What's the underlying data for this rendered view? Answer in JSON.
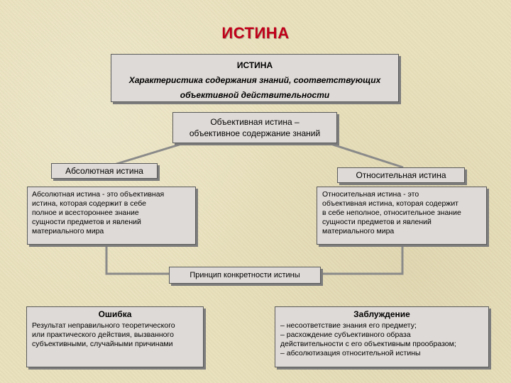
{
  "title": "ИСТИНА",
  "definition": {
    "heading": "ИСТИНА",
    "line1": "Характеристика содержания знаний, соответствующих",
    "line2": "объективной действительности"
  },
  "objective": {
    "line1": "Объективная истина –",
    "line2": "объективное содержание знаний"
  },
  "absolute": {
    "label": "Абсолютная истина",
    "lines": [
      "Абсолютная истина - это объективная",
      "истина, которая содержит в себе",
      "полное и всестороннее знание",
      "сущности предметов и явлений",
      "материального мира"
    ]
  },
  "relative": {
    "label": "Относительная истина",
    "lines": [
      "Относительная истина - это",
      "объективная истина, которая содержит",
      "в себе неполное, относительное знание",
      "сущности предметов и явлений",
      "материального мира"
    ]
  },
  "principle": "Принцип конкретности истины",
  "error": {
    "label": "Ошибка",
    "lines": [
      "Результат неправильного теоретического",
      "или практического действия, вызванного",
      "субъективными, случайными причинами"
    ]
  },
  "delusion": {
    "label": "Заблуждение",
    "lines": [
      "– несоответствие знания его предмету;",
      "– расхождение субъективного образа",
      "действительности с его объективным прообразом;",
      "– абсолютизация относительной истины"
    ]
  },
  "colors": {
    "title": "#c0001a",
    "box": "#dedad7",
    "connector": "#8a8a8a"
  }
}
